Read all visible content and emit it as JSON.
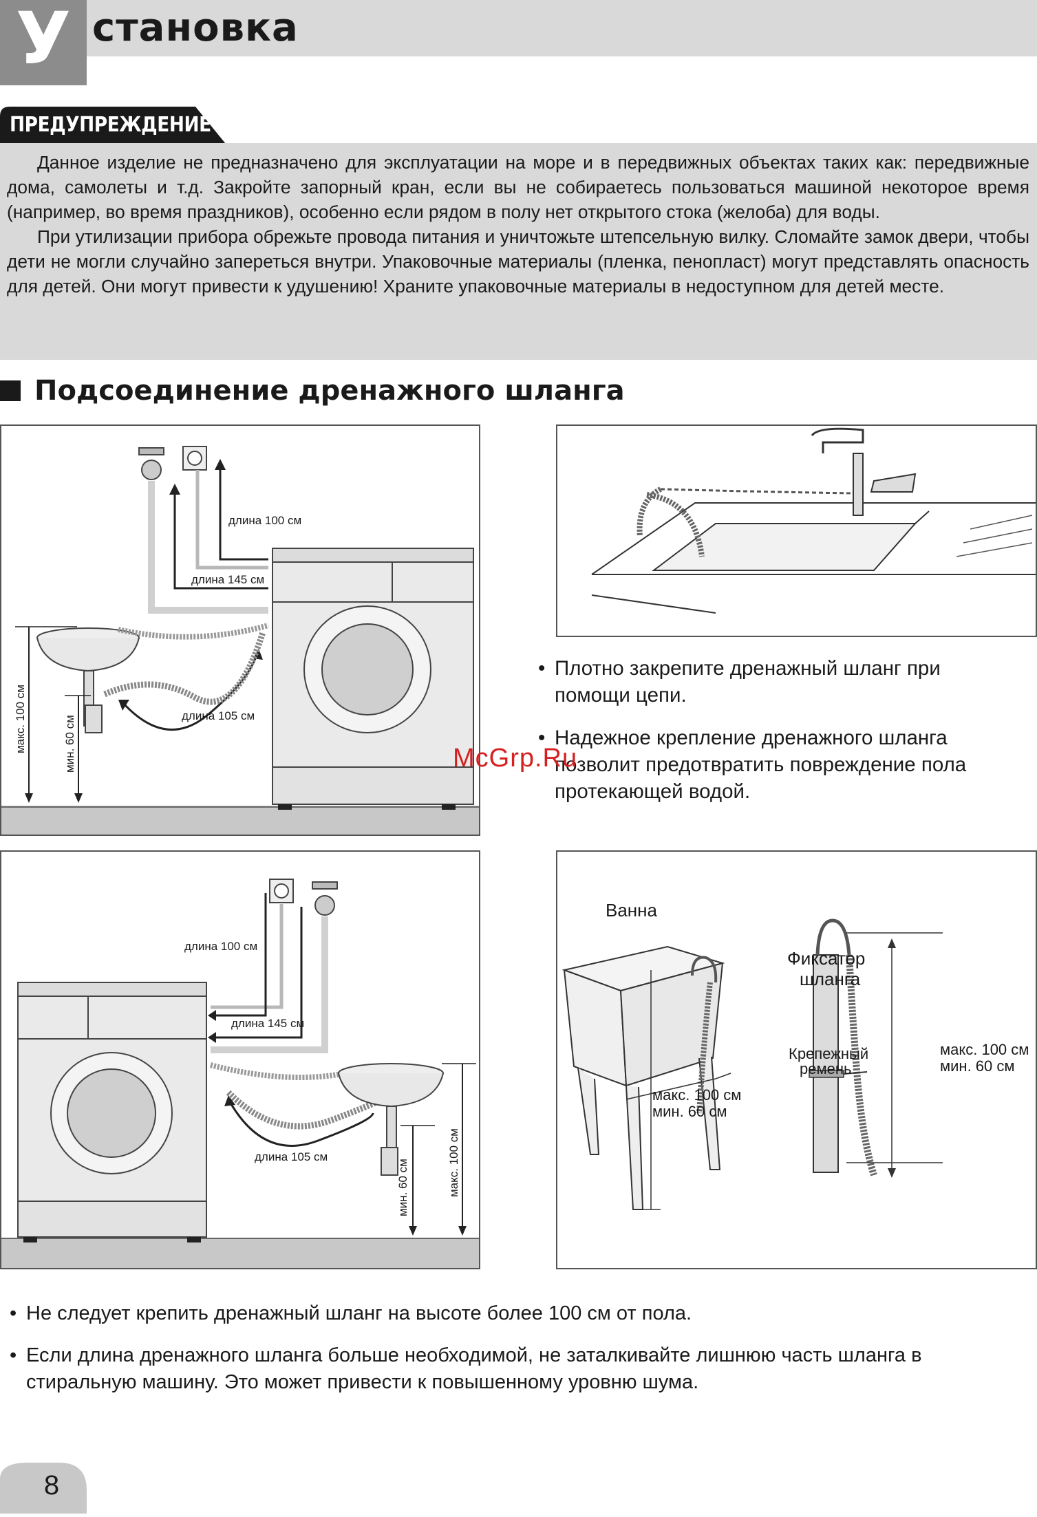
{
  "header": {
    "letter": "У",
    "title": "становка"
  },
  "warning": {
    "label": "ПРЕДУПРЕЖДЕНИЕ",
    "paragraphs": [
      "Данное изделие не предназначено для эксплуатации на море и в передвижных объектах таких как: передвижные дома, самолеты и т.д. Закройте запорный кран, если вы не собираетесь пользоваться машиной некоторое время (например, во время праздников), особенно если рядом в полу нет открытого стока (желоба) для воды.",
      "При утилизации прибора обрежьте провода питания и уничтожьте штепсельную вилку. Сломайте замок двери, чтобы дети не могли случайно запереться внутри. Упаковочные материалы (пленка, пенопласт) могут представлять опасность для детей. Они могут привести к удушению! Храните упаковочные материалы в недоступном для детей месте."
    ]
  },
  "section": {
    "title": "Подсоединение дренажного шланга"
  },
  "figure1": {
    "length_100": "длина 100 см",
    "length_145": "длина 145 см",
    "length_105": "длина 105 см",
    "max_100": "макс. 100 см",
    "min_60": "мин. 60 см"
  },
  "figure3": {
    "length_100": "длина 100 см",
    "length_145": "длина 145 см",
    "length_105": "длина 105 см",
    "max_100": "макс. 100 см",
    "min_60": "мин. 60 см"
  },
  "figure4": {
    "bath": "Ванна",
    "hose_clamp_line1": "Фиксатор",
    "hose_clamp_line2": "шланга",
    "strap_line1": "Крепежный",
    "strap_line2": "ремень",
    "tub_max": "макс. 100 см",
    "tub_min": "мин. 60 см",
    "side_max": "макс. 100 см",
    "side_min": "мин. 60 см"
  },
  "right_notes": [
    "Плотно закрепите дренажный шланг при помощи цепи.",
    "Надежное крепление дренажного шланга позволит предотвратить повреждение пола протекающей водой."
  ],
  "watermark": "McGrp.Ru",
  "bottom_notes": [
    "Не следует крепить дренажный шланг на высоте более 100 см от пола.",
    "Если длина дренажного шланга больше необходимой, не заталкивайте лишнюю часть шланга в стиральную машину. Это может привести к повышенному уровню шума."
  ],
  "bullet_char": "•",
  "page_number": "8"
}
